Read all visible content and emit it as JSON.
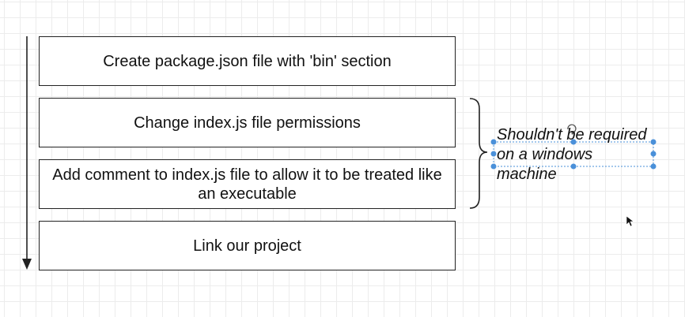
{
  "diagram": {
    "steps": [
      "Create package.json file with 'bin' section",
      "Change index.js file permissions",
      "Add comment to index.js file to allow it to be treated like an executable",
      "Link our project"
    ],
    "note": "Shouldn't be required on a windows machine"
  },
  "colors": {
    "line": "#222222",
    "selection": "#4a90d9",
    "grid": "#ececec"
  }
}
